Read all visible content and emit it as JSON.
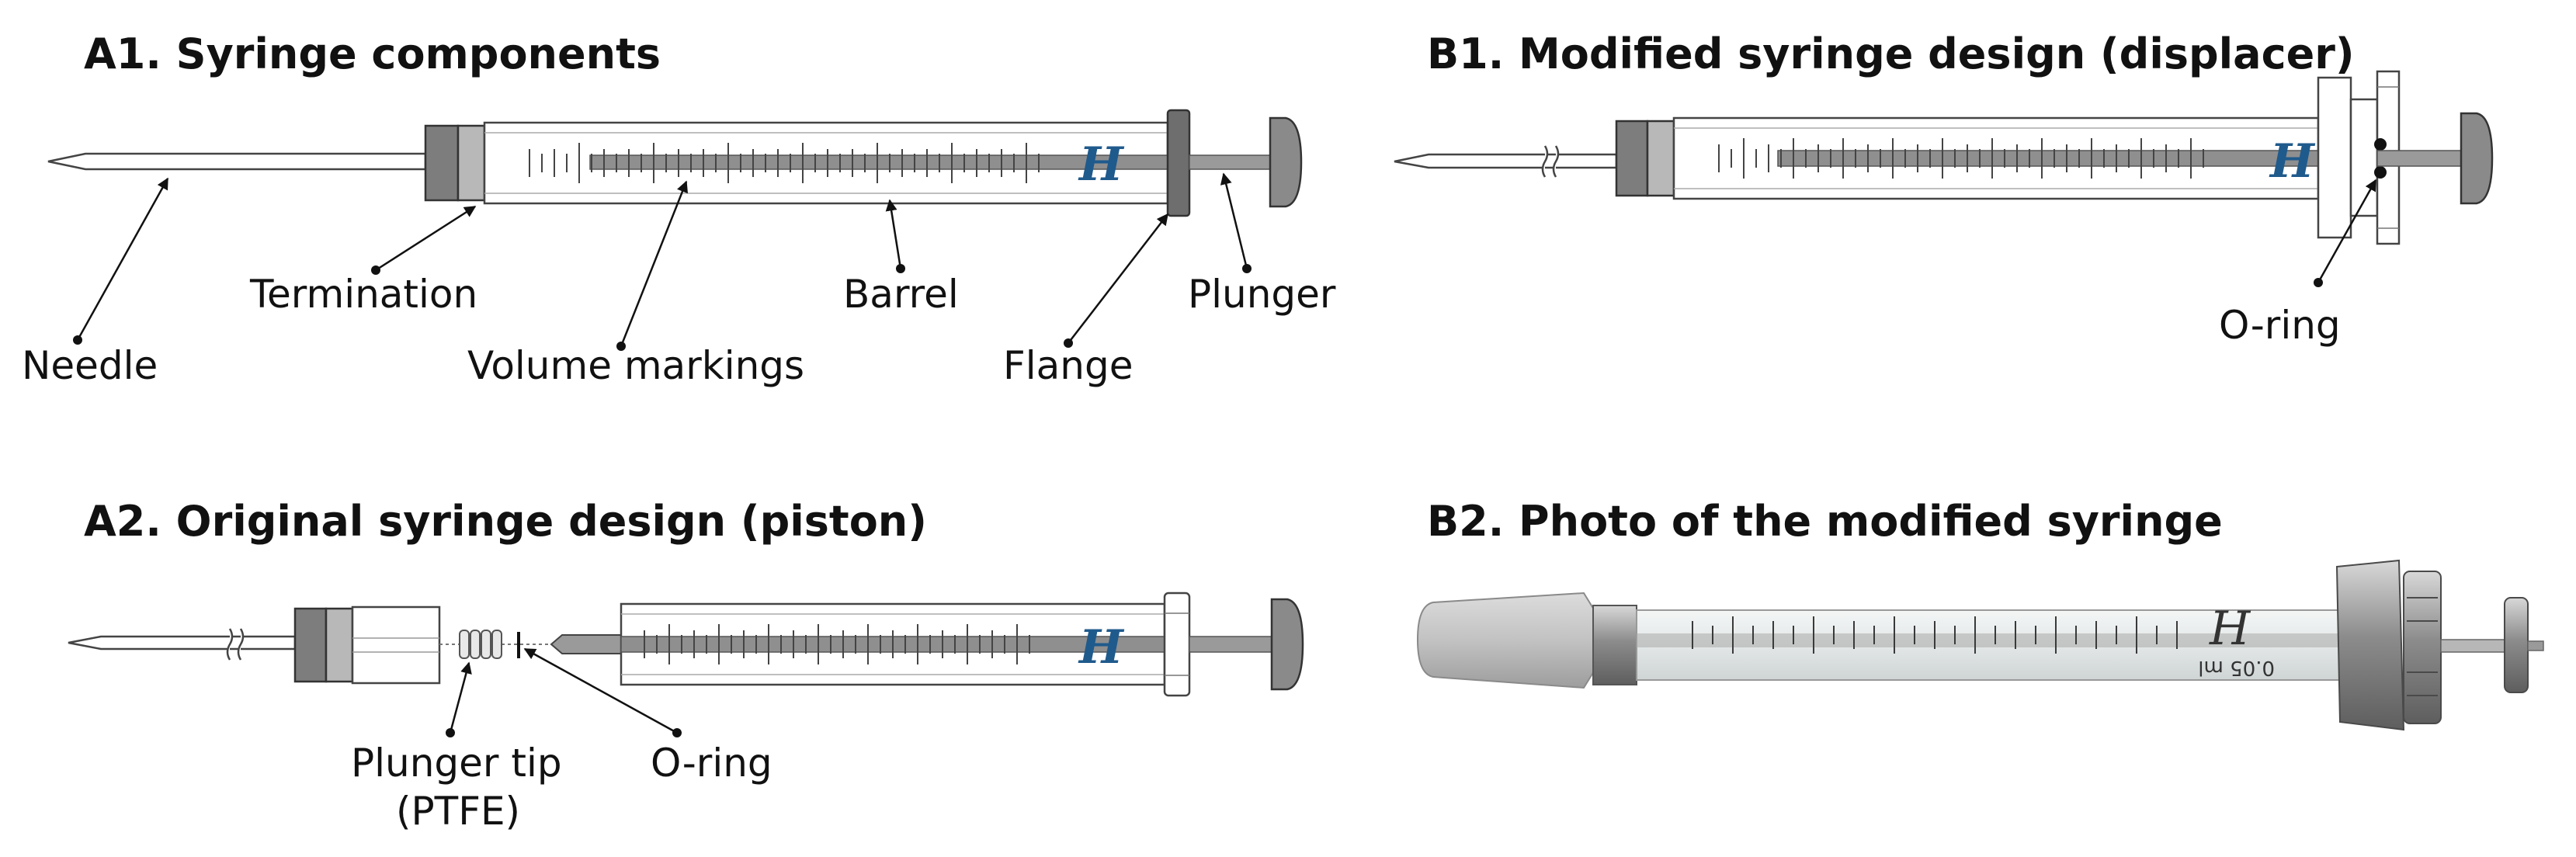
{
  "panels": {
    "a1": {
      "title": "A1. Syringe components",
      "labels": {
        "needle": "Needle",
        "termination": "Termination",
        "volume_markings": "Volume markings",
        "barrel": "Barrel",
        "flange": "Flange",
        "plunger": "Plunger"
      }
    },
    "a2": {
      "title": "A2. Original syringe design (piston)",
      "labels": {
        "plunger_tip": "Plunger tip",
        "plunger_tip_material": "(PTFE)",
        "oring": "O-ring"
      }
    },
    "b1": {
      "title": "B1. Modified syringe design (displacer)",
      "labels": {
        "oring": "O-ring"
      }
    },
    "b2": {
      "title": "B2. Photo of the modified syringe",
      "photo_volume_text": "0.05 ml"
    }
  },
  "logo_glyph": "H",
  "colors": {
    "logo_blue": "#1f5a8c",
    "termination_dark": "#7a7a7a",
    "termination_light": "#b5b5b5",
    "flange": "#6e6e6e",
    "plunger_rod": "#9a9a9a",
    "photo_cap": "#c7c7c7",
    "photo_metal": "#8a8a8a"
  }
}
